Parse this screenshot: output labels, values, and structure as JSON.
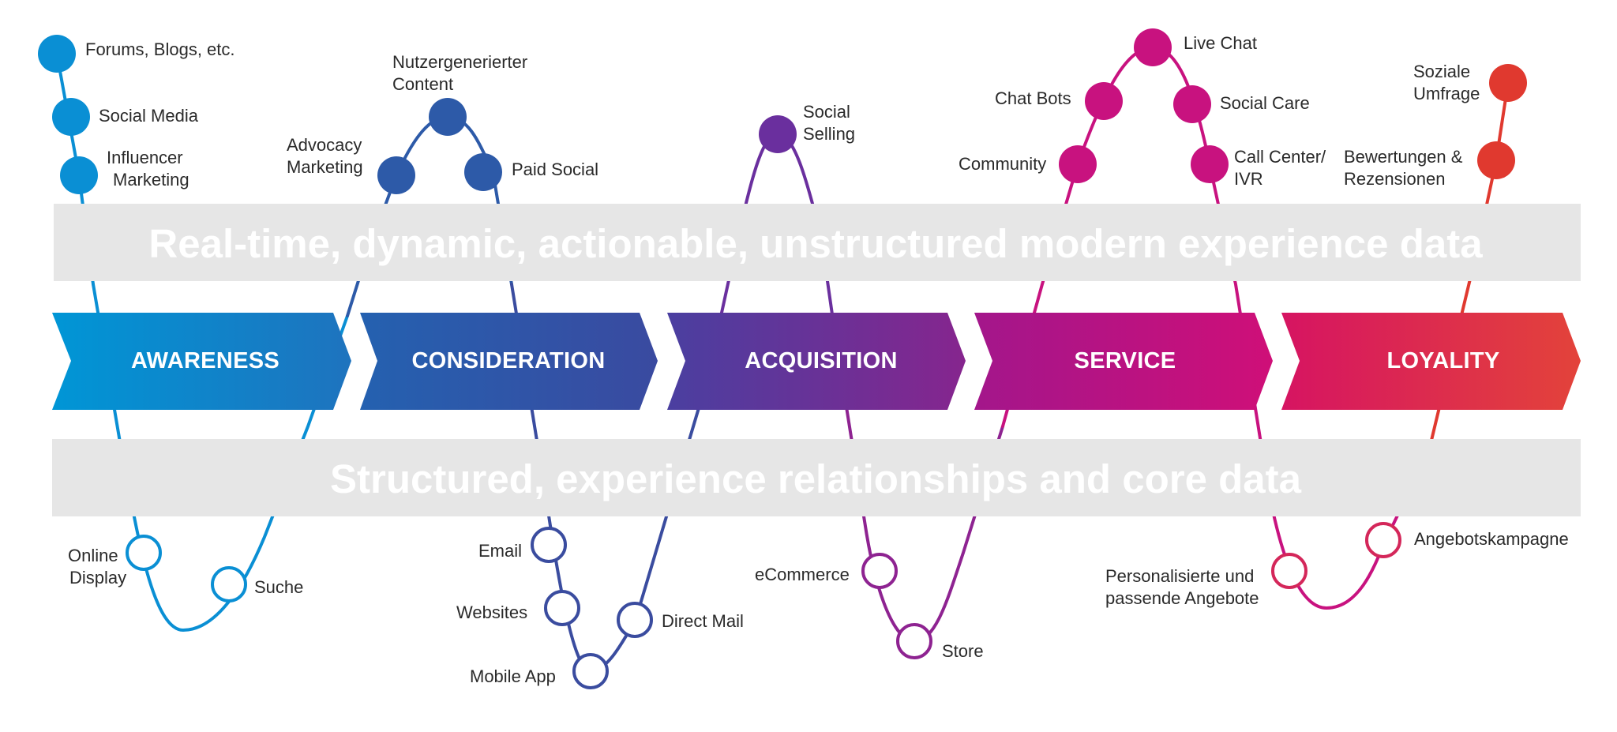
{
  "bands": {
    "top": "Real-time, dynamic, actionable, unstructured modern experience data",
    "bottom": "Structured, experience relationships and core data"
  },
  "stages": [
    {
      "label": "AWARENESS",
      "color_start": "#0096d6",
      "color_end": "#1e73be"
    },
    {
      "label": "CONSIDERATION",
      "color_start": "#2461b0",
      "color_end": "#3a4aa0"
    },
    {
      "label": "ACQUISITION",
      "color_start": "#4a3fa0",
      "color_end": "#86258e"
    },
    {
      "label": "SERVICE",
      "color_start": "#a3168b",
      "color_end": "#cf0f78"
    },
    {
      "label": "LOYALITY",
      "color_start": "#d61462",
      "color_end": "#e3433a"
    }
  ],
  "colors": {
    "awareness": "#0a8fd4",
    "consideration": "#2d5aa8",
    "consideration_bottom": "#3a4c9f",
    "acquisition": "#6a2f9e",
    "acquisition_bottom": "#8e2391",
    "service": "#c8127f",
    "loyality_top": "#e0392f",
    "loyality_bottom": "#d4275a",
    "band": "#e6e6e6"
  },
  "touchpoints": {
    "awareness_top": [
      "Forums, Blogs, etc.",
      "Social Media",
      "Influencer\nMarketing"
    ],
    "awareness_bottom": [
      "Online\nDisplay",
      "Suche"
    ],
    "consideration_top": [
      "Advocacy\nMarketing",
      "Nutzergenerierter\nContent",
      "Paid Social"
    ],
    "consideration_bottom": [
      "Email",
      "Websites",
      "Mobile App",
      "Direct Mail"
    ],
    "acquisition_top": [
      "Social\nSelling"
    ],
    "acquisition_bottom": [
      "eCommerce",
      "Store"
    ],
    "service_top": [
      "Community",
      "Chat Bots",
      "Live Chat",
      "Social Care",
      "Call Center/\nIVR"
    ],
    "loyality_top": [
      "Bewertungen &\nRezensionen",
      "Soziale\nUmfrage"
    ],
    "loyality_bottom": [
      "Personalisierte und\npassende Angebote",
      "Angebotskampagne"
    ]
  }
}
